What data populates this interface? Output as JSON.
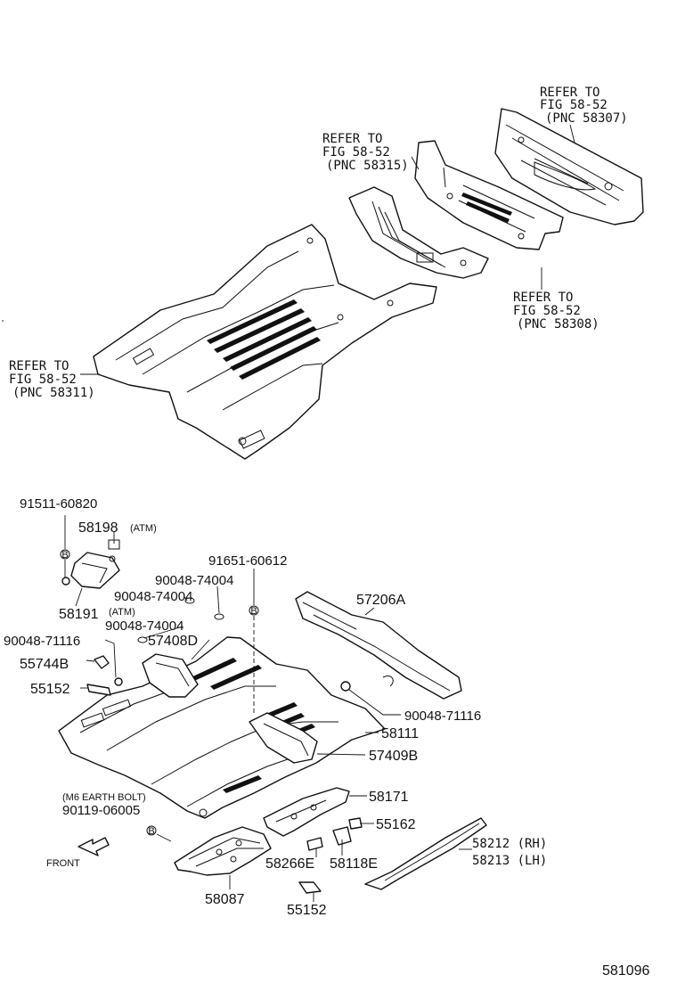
{
  "refs": {
    "r58307": [
      "REFER TO",
      "FIG 58-52",
      "(PNC 58307)"
    ],
    "r58315": [
      "REFER TO",
      "FIG 58-52",
      "(PNC 58315)"
    ],
    "r58308": [
      "REFER TO",
      "FIG 58-52",
      "(PNC 58308)"
    ],
    "r58311": [
      "REFER TO",
      "FIG 58-52",
      "(PNC 58311)"
    ]
  },
  "parts": {
    "p91511": "91511-60820",
    "p58198": "58198",
    "p58198_note": "(ATM)",
    "p58191": "58191",
    "p58191_note": "(ATM)",
    "p91651": "91651-60612",
    "p90048_74004_a": "90048-74004",
    "p90048_74004_b": "90048-74004",
    "p90048_74004_c": "90048-74004",
    "p57408D": "57408D",
    "p90048_71116_a": "90048-71116",
    "p55744B": "55744B",
    "p55152_a": "55152",
    "p57206A": "57206A",
    "p90048_71116_b": "90048-71116",
    "p58111": "58111",
    "p57409B": "57409B",
    "p_m6_note": "(M6 EARTH BOLT)",
    "p90119": "90119-06005",
    "p58171": "58171",
    "p55162": "55162",
    "p58212": "58212 (RH)",
    "p58213": "58213 (LH)",
    "p58266E": "58266E",
    "p58118E": "58118E",
    "p58087": "58087",
    "p55152_b": "55152"
  },
  "front_label": "FRONT",
  "figure_code": "581096",
  "bolt_marker": "B"
}
